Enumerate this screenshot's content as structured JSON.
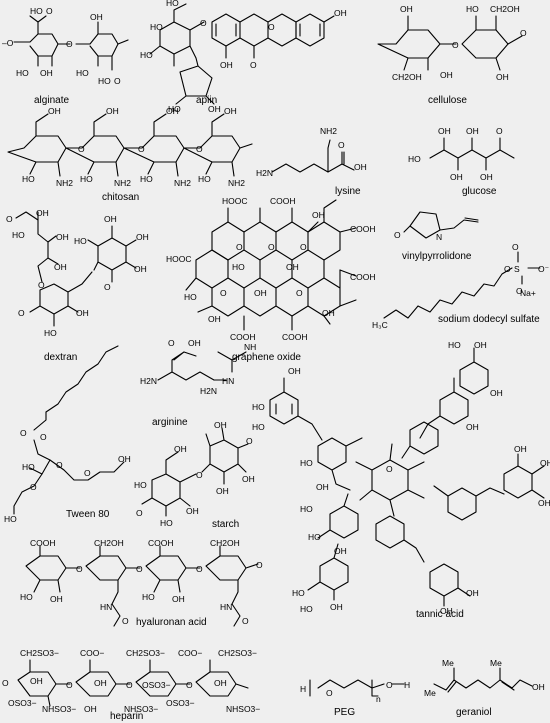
{
  "background": "#efefef",
  "labels": {
    "alginate": "alginate",
    "apiin": "apiin",
    "cellulose": "cellulose",
    "chitosan": "chitosan",
    "lysine": "lysine",
    "glucose": "glucose",
    "dextran": "dextran",
    "graphene_oxide": "graphene oxide",
    "vinylpyrrolidone": "vinylpyrrolidone",
    "sds": "sodium dodecyl sulfate",
    "arginine": "arginine",
    "tween80": "Tween 80",
    "starch": "starch",
    "tannic_acid": "tannic acid",
    "hyaluronan": "hyaluronan acid",
    "heparin": "heparin",
    "peg": "PEG",
    "geraniol": "geraniol"
  },
  "atoms": {
    "oh": "OH",
    "ho": "HO",
    "o": "O",
    "cooh": "COOH",
    "hooc": "HOOC",
    "nh2": "NH2",
    "h2n": "H2N",
    "ch2oh": "CH2OH",
    "n": "N",
    "nh": "NH",
    "hn": "HN",
    "na": "Na+",
    "s": "S",
    "oso3": "OSO3−",
    "ch2so3": "CH2SO3−",
    "coo": "COO−",
    "nhso3": "NHSO3−",
    "n_sub": "n",
    "h": "H"
  }
}
